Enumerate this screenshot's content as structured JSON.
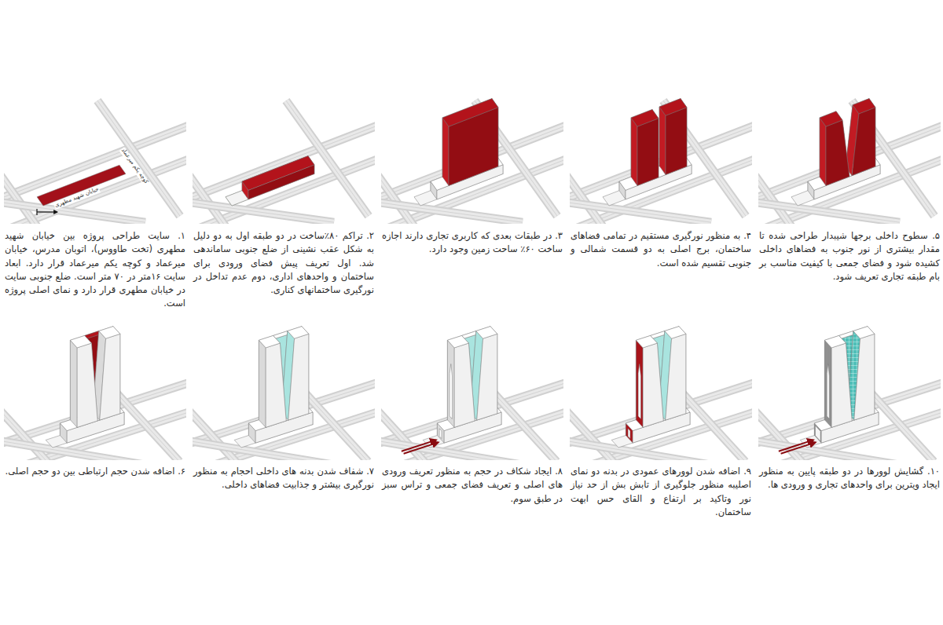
{
  "diagram": {
    "labels": [
      "۱. سایت طراحی پروژه بین خیابان شهید مطهری (تخت طاووس)، اتوبان مدرس، خیابان میرعماد و کوچه یکم میرعماد قرار دارد. ابعاد سایت ۱۶متر در ۷۰ متر است. ضلع جنوبی سایت در خیابان مطهری قرار دارد و نمای اصلی پروژه است.",
      "۲. تراکم ۸۰٪ساخت در دو طبقه اول به دو دلیل به شکل عقب نشینی از ضلع جنوبی ساماندهی شد. اول تعریف پیش فضای ورودی برای ساختمان و واحدهای اداری، دوم عدم تداخل در نورگیری ساختمانهای کناری.",
      "۳. در طبقات بعدی که کاربری تجاری دارند اجازه ساخت ۶۰٪ ساحت زمین وجود دارد.",
      "۴. به منظور نورگیری مستقیم در تمامی فضاهای ساختمان، برج اصلی به دو قسمت شمالی و جنوبی تقسیم شده است.",
      "۵. سطوح داخلی برجها شیبدار طراحی شده تا مقدار بیشتری از نور جنوب به فضاهای داخلی کشیده شود و فضای جمعی با کیفیت مناسب بر بام طبقه تجاری تعریف شود.",
      "۶. اضافه شدن حجم ارتباطی بین دو حجم اصلی.",
      "۷. شفاف شدن بدنه های داخلی احجام به منظور نورگیری بیشتر و جذابیت فضاهای داخلی.",
      "۸. ایجاد شکاف در حجم به منظور تعریف ورودی های اصلی و تعریف فضای جمعی و تراس سبز در طبق سوم.",
      "۹. اضافه شدن لوورهای عمودی در بدنه دو نمای اصلیبه منظور جلوگیری از تابش بش از حد نیاز نور وتاکید بر ارتفاع و القای حس ابهت ساختمان.",
      "۱۰. گشایش لوورها در دو طبقه پایین به منظور ایجاد ویترین برای واحدهای تجاری و ورودی ها.",
      "خیابان شهید مطهری",
      "کوچه یکم میرعماد"
    ]
  }
}
